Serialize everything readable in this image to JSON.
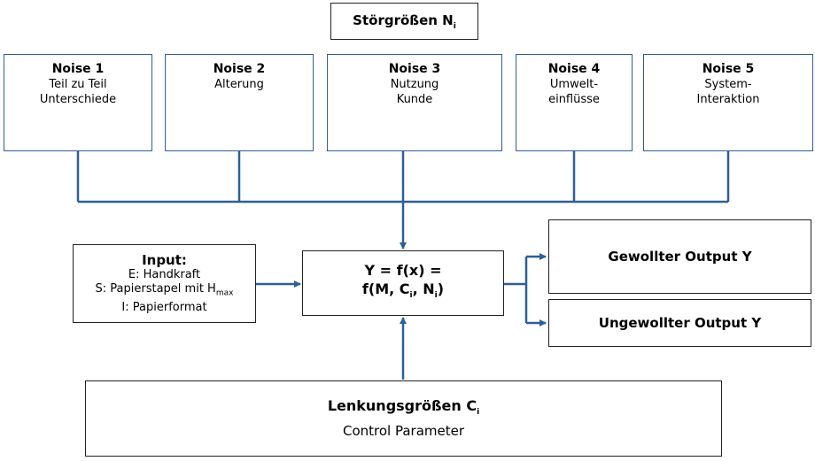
{
  "disturbance": {
    "title": "Störgrößen N",
    "title_sub": "i"
  },
  "noises": [
    {
      "title": "Noise 1",
      "lines": [
        "Teil zu Teil",
        "Unterschiede"
      ]
    },
    {
      "title": "Noise 2",
      "lines": [
        "Alterung"
      ]
    },
    {
      "title": "Noise 3",
      "lines": [
        "Nutzung",
        "Kunde"
      ]
    },
    {
      "title": "Noise 4",
      "lines": [
        "Umwelt-",
        "einflüsse"
      ]
    },
    {
      "title": "Noise 5",
      "lines": [
        "System-",
        "Interaktion"
      ]
    }
  ],
  "input": {
    "title": "Input:",
    "line_e": "E: Handkraft",
    "line_s": "S: Papierstapel mit H",
    "line_s_sub": "max",
    "line_i": "I: Papierformat"
  },
  "function": {
    "line1": "Y = f(x) =",
    "line2_a": "f(M, C",
    "line2_sub1": "i",
    "line2_b": ", N",
    "line2_sub2": "i",
    "line2_c": ")"
  },
  "outputs": {
    "wanted": "Gewollter Output Y",
    "unwanted": "Ungewollter Output Y"
  },
  "control": {
    "title": "Lenkungsgrößen C",
    "title_sub": "i",
    "subtitle": "Control Parameter"
  },
  "colors": {
    "connector": "#2f5f96",
    "box_border": "#222222"
  }
}
